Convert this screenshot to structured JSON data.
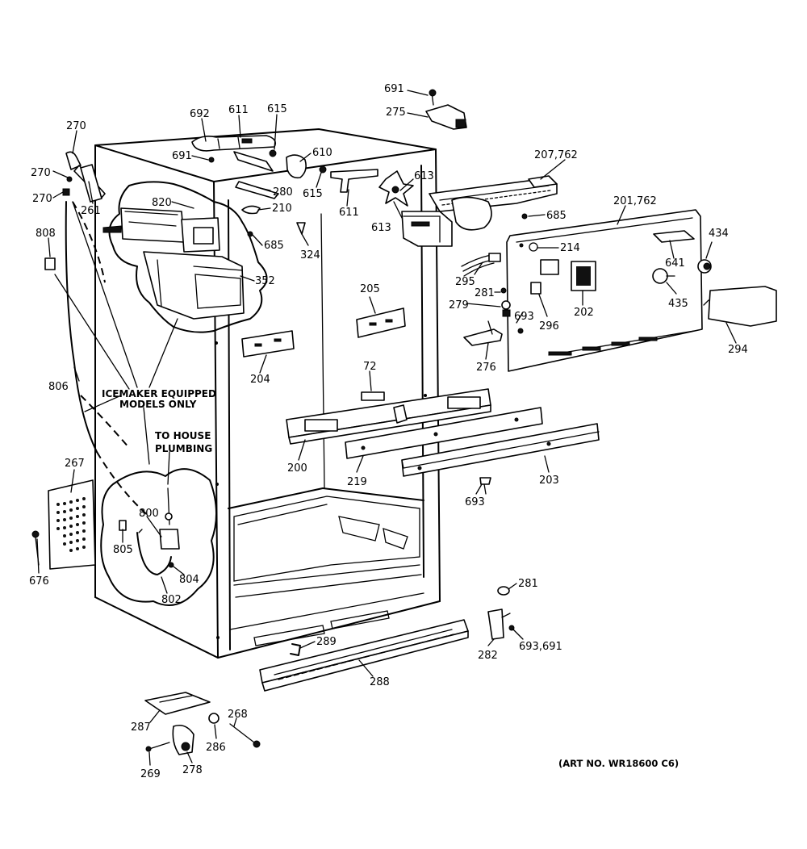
{
  "labels": {
    "p691a": "691",
    "p275": "275",
    "p692": "692",
    "p611a": "611",
    "p615a": "615",
    "p270a": "270",
    "p691b": "691",
    "p610": "610",
    "p207": "207,762",
    "p270b": "270",
    "p613a": "613",
    "p615b": "615",
    "p280": "280",
    "p270c": "270",
    "p261": "261",
    "p820": "820",
    "p210": "210",
    "p611b": "611",
    "p613b": "613",
    "p685a": "685",
    "p201": "201,762",
    "p808": "808",
    "p685b": "685",
    "p324": "324",
    "p434": "434",
    "p214": "214",
    "p352": "352",
    "p641": "641",
    "p295": "295",
    "p205": "205",
    "p281a": "281",
    "p202": "202",
    "p279": "279",
    "p693a": "693",
    "p435": "435",
    "p296": "296",
    "p294": "294",
    "p204": "204",
    "p276": "276",
    "p72": "72",
    "p806": "806",
    "p200": "200",
    "p219": "219",
    "p203": "203",
    "p267": "267",
    "p693b": "693",
    "p800": "800",
    "p805": "805",
    "p804": "804",
    "p676": "676",
    "p802": "802",
    "p281b": "281",
    "p289": "289",
    "p282": "282",
    "p693c": "693,691",
    "p288": "288",
    "p268": "268",
    "p287": "287",
    "p286": "286",
    "p269": "269",
    "p278": "278"
  },
  "notes": {
    "icemaker_line1": "ICEMAKER EQUIPPED",
    "icemaker_line2": "MODELS ONLY",
    "plumbing_line1": "TO HOUSE",
    "plumbing_line2": "PLUMBING",
    "art_number": "(ART NO. WR18600 C6)"
  }
}
